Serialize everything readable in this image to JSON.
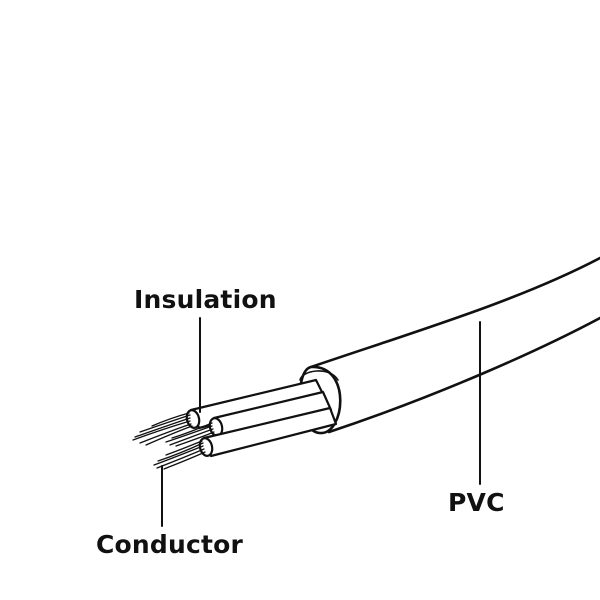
{
  "labels": {
    "insulation": "Insulation",
    "conductor": "Conductor",
    "pvc": "PVC"
  },
  "colors": {
    "line": "#111111",
    "background": "#ffffff"
  }
}
